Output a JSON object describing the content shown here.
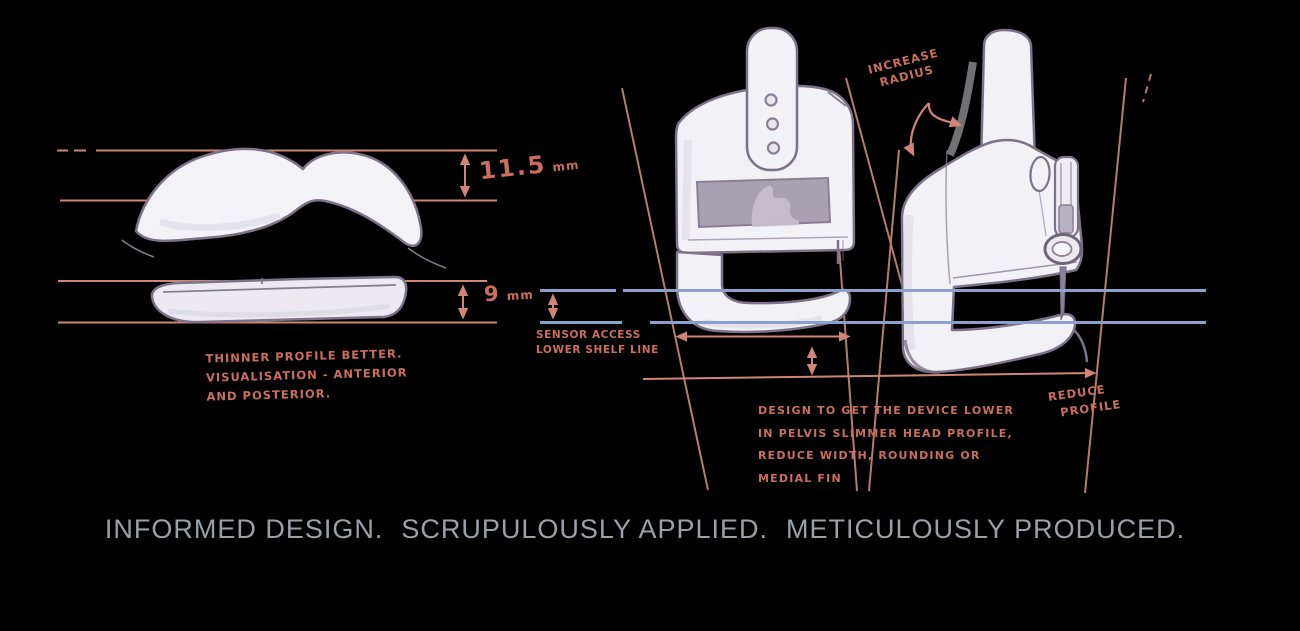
{
  "colors": {
    "background": "#000000",
    "annotation_salmon": "#cf8676",
    "annotation_text": "#cb6f5c",
    "guide_blue": "#8ba0cd",
    "sketch_outline": "#7d7289",
    "sketch_fill": "#f2f1f5",
    "band_gray": "#a8a1af",
    "tagline_gray": "#9aa1a8"
  },
  "left_panel": {
    "top_dim": {
      "value": "11.5",
      "unit": "mm"
    },
    "bottom_dim": {
      "value": "9",
      "unit": "mm"
    },
    "note_lines": [
      "THINNER PROFILE BETTER.",
      "VISUALISATION - ANTERIOR",
      "AND POSTERIOR."
    ]
  },
  "center_panel": {
    "increase_radius_lines": [
      "INCREASE",
      "RADIUS"
    ],
    "sensor_access_lines": [
      "SENSOR ACCESS",
      "LOWER SHELF LINE"
    ],
    "design_note_lines": [
      "DESIGN TO GET THE DEVICE LOWER",
      "IN PELVIS SLIMMER HEAD PROFILE,",
      "REDUCE WIDTH, ROUNDING OR",
      "MEDIAL FIN"
    ],
    "reduce_profile_lines": [
      "REDUCE",
      "PROFILE"
    ]
  },
  "tagline": {
    "segments": [
      "INFORMED DESIGN.",
      "SCRUPULOUSLY APPLIED.",
      "METICULOUSLY PRODUCED."
    ]
  }
}
